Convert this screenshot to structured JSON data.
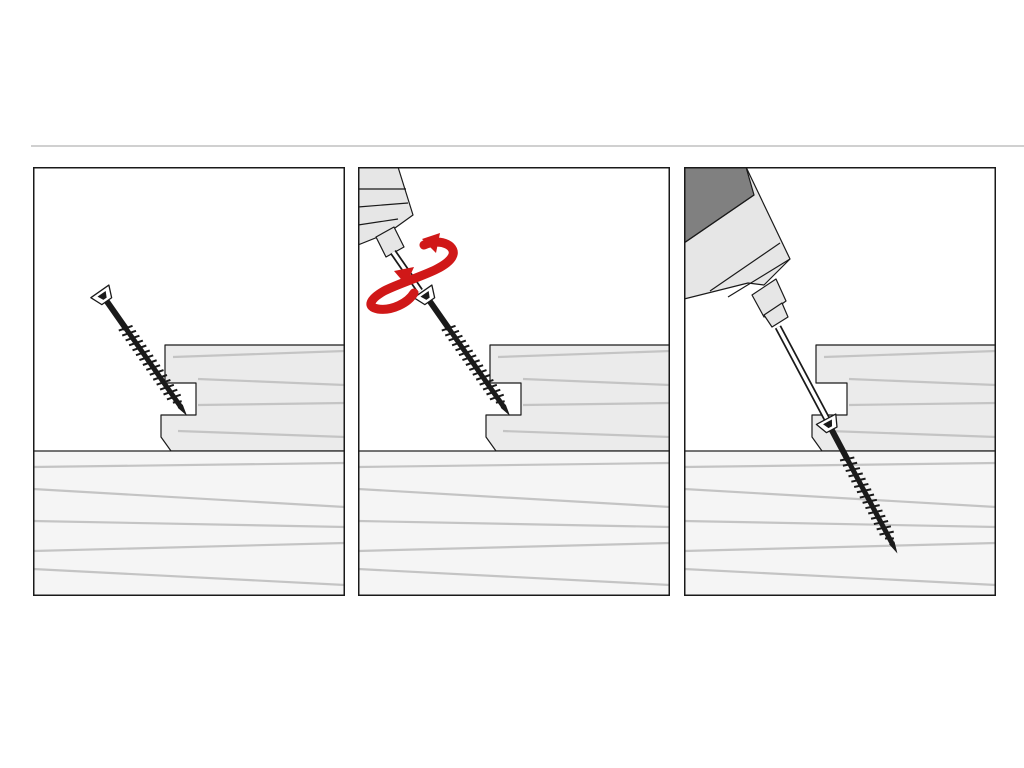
{
  "colors": {
    "background": "#ffffff",
    "outline": "#1a1a1a",
    "board_fill": "#f5f5f5",
    "deck_fill": "#ebebeb",
    "grain": "#c4c4c4",
    "rule": "#d0d0d0",
    "drill_light": "#e6e6e6",
    "drill_dark": "#808080",
    "rotation_arrow": "#d01818"
  },
  "icons": [
    "screw-icon",
    "screwdriver-bit-icon",
    "drill-icon",
    "rotation-arrow-icon"
  ],
  "steps": [
    {
      "id": "step-1",
      "screw_inserted": false,
      "drill_shown": false,
      "rotation_shown": false
    },
    {
      "id": "step-2",
      "screw_inserted": false,
      "drill_shown": true,
      "rotation_shown": true
    },
    {
      "id": "step-3",
      "screw_inserted": true,
      "drill_shown": true,
      "rotation_shown": false
    }
  ]
}
